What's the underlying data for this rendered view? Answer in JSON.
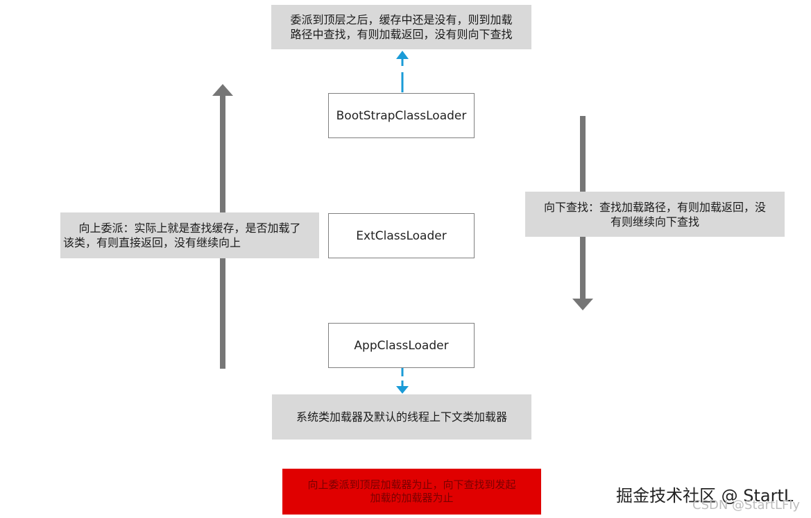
{
  "top_note": {
    "line1": "委派到顶层之后，缓存中还是没有，则到加载",
    "line2": "路径中查找，有则加载返回，没有则向下查找"
  },
  "left_note": {
    "line1": "向上委派：实际上就是查找缓存，是否加载了",
    "line2": "该类，有则直接返回，没有继续向上"
  },
  "right_note": {
    "line1": "向下查找：查找加载路径，有则加载返回，没",
    "line2": "有则继续向下查找"
  },
  "loaders": {
    "bootstrap": "BootStrapClassLoader",
    "ext": "ExtClassLoader",
    "app": "AppClassLoader"
  },
  "bottom_note": "系统类加载器及默认的线程上下文类加载器",
  "red_note": {
    "line1": "向上委派到顶层加载器为止，向下查找到发起",
    "line2": "加载的加载器为止"
  },
  "watermark": {
    "main": "掘金技术社区 @ StartL",
    "csdn": "CSDN @StartLFly"
  },
  "colors": {
    "gray_arrow": "#767676",
    "blue_arrow": "#1a9bd7",
    "note_bg": "#d9d9d9",
    "red_bg": "#e00000"
  }
}
